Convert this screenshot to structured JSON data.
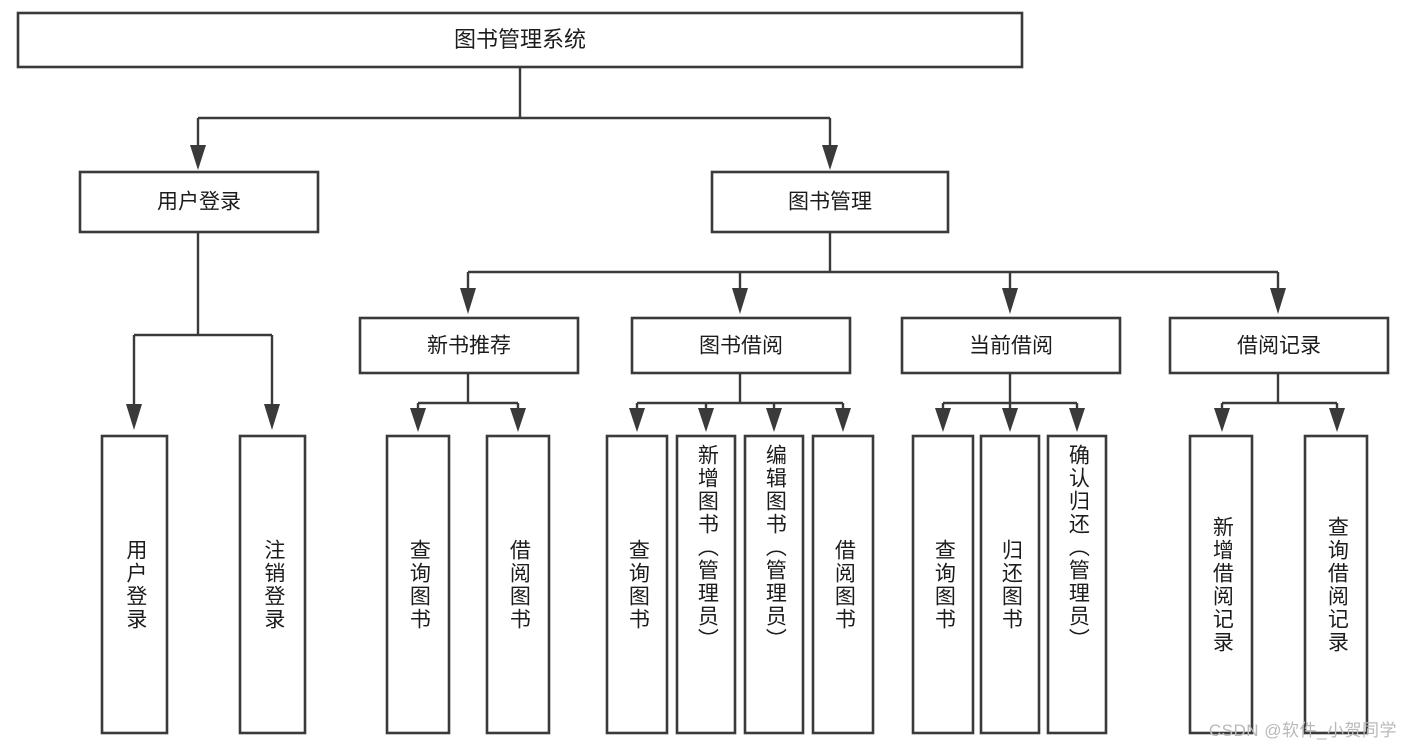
{
  "diagram": {
    "title": "图书管理系统",
    "type": "hierarchy-tree",
    "root": {
      "id": "root",
      "label": "图书管理系统",
      "orientation": "horizontal"
    },
    "level2": [
      {
        "id": "user-login",
        "label": "用户登录",
        "orientation": "horizontal"
      },
      {
        "id": "book-management",
        "label": "图书管理",
        "orientation": "horizontal"
      }
    ],
    "level3": [
      {
        "id": "new-book-recommend",
        "label": "新书推荐",
        "parent": "book-management",
        "orientation": "horizontal"
      },
      {
        "id": "book-borrow",
        "label": "图书借阅",
        "parent": "book-management",
        "orientation": "horizontal"
      },
      {
        "id": "current-borrow",
        "label": "当前借阅",
        "parent": "book-management",
        "orientation": "horizontal"
      },
      {
        "id": "borrow-record",
        "label": "借阅记录",
        "parent": "book-management",
        "orientation": "horizontal"
      }
    ],
    "leaves": [
      {
        "id": "leaf-user-login",
        "label": "用户登录",
        "parent": "user-login",
        "orientation": "vertical"
      },
      {
        "id": "leaf-logout-login",
        "label": "注销登录",
        "parent": "user-login",
        "orientation": "vertical"
      },
      {
        "id": "leaf-query-book-1",
        "label": "查询图书",
        "parent": "new-book-recommend",
        "orientation": "vertical"
      },
      {
        "id": "leaf-borrow-book-1",
        "label": "借阅图书",
        "parent": "new-book-recommend",
        "orientation": "vertical"
      },
      {
        "id": "leaf-query-book-2",
        "label": "查询图书",
        "parent": "book-borrow",
        "orientation": "vertical"
      },
      {
        "id": "leaf-add-book-admin",
        "label": "新增图书（管理员）",
        "parent": "book-borrow",
        "orientation": "vertical"
      },
      {
        "id": "leaf-edit-book-admin",
        "label": "编辑图书（管理员）",
        "parent": "book-borrow",
        "orientation": "vertical"
      },
      {
        "id": "leaf-borrow-book-2",
        "label": "借阅图书",
        "parent": "book-borrow",
        "orientation": "vertical"
      },
      {
        "id": "leaf-query-book-3",
        "label": "查询图书",
        "parent": "current-borrow",
        "orientation": "vertical"
      },
      {
        "id": "leaf-return-book",
        "label": "归还图书",
        "parent": "current-borrow",
        "orientation": "vertical"
      },
      {
        "id": "leaf-confirm-return-admin",
        "label": "确认归还（管理员）",
        "parent": "current-borrow",
        "orientation": "vertical"
      },
      {
        "id": "leaf-add-borrow-record",
        "label": "新增借阅记录",
        "parent": "borrow-record",
        "orientation": "vertical"
      },
      {
        "id": "leaf-query-borrow-record",
        "label": "查询借阅记录",
        "parent": "borrow-record",
        "orientation": "vertical"
      }
    ]
  },
  "watermark": {
    "text": "CSDN @软件_小贺同学"
  },
  "colors": {
    "stroke": "#3a3a3a",
    "box_fill": "#ffffff",
    "text": "#1c1c1c",
    "background": "#ffffff",
    "watermark": "#b9b9b9"
  }
}
